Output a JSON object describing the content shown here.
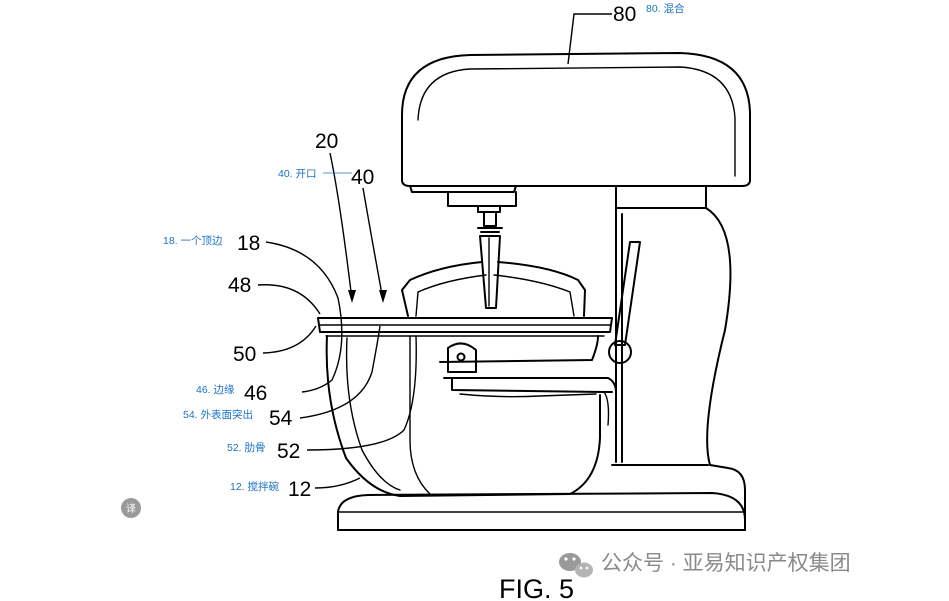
{
  "figure": {
    "title": "FIG. 5",
    "reference_numerals": {
      "n80": "80",
      "n20": "20",
      "n40": "40",
      "n18": "18",
      "n48": "48",
      "n50": "50",
      "n46": "46",
      "n54": "54",
      "n52": "52",
      "n12": "12"
    },
    "annotations": {
      "a80": "80. 混合",
      "a40": "40. 开口",
      "a18": "18. 一个顶边",
      "a46": "46. 边缘",
      "a54": "54. 外表面突出",
      "a52": "52. 肋骨",
      "a12": "12. 搅拌碗"
    }
  },
  "translate_badge": {
    "label": "译"
  },
  "watermark": {
    "text": "公众号 · 亚易知识产权集团",
    "icon": "wechat-icon"
  }
}
